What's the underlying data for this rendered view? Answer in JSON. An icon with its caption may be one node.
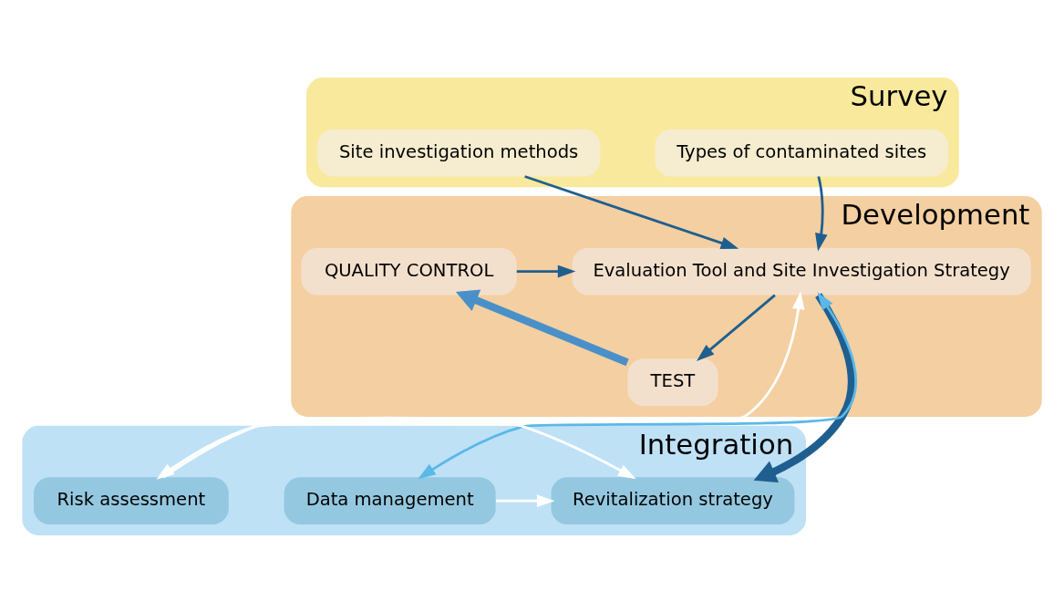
{
  "diagram": {
    "nodes": [
      {
        "text": [
          "Survey"
        ]
      },
      {
        "text": [
          "Types of contaminated sites"
        ],
        "in": 0
      },
      {
        "text": [
          "Site investigation methods"
        ],
        "in": 0
      },
      {
        "text": [
          "Development"
        ]
      },
      {
        "text": [
          "Evaluation Tool and Site Investigation Strategy"
        ],
        "in": 3
      },
      {
        "text": [
          "QUALITY CONTROL"
        ],
        "in": 3
      },
      {
        "text": [
          "TEST"
        ],
        "in": 3
      },
      {
        "text": [
          "Integration"
        ]
      },
      {
        "text": [
          "Data management"
        ],
        "in": 7
      },
      {
        "text": [
          "Revitalization strategy"
        ],
        "in": 7
      },
      {
        "text": [
          "Risk assessment"
        ],
        "in": 7
      }
    ],
    "edges": [
      {
        "from": 1,
        "to": 4,
        "arrow": "to"
      },
      {
        "from": 2,
        "to": 4,
        "arrow": "to"
      },
      {
        "from": 5,
        "to": 4,
        "arrow": "to"
      },
      {
        "from": 4,
        "to": 6,
        "arrow": "to"
      },
      {
        "from": 6,
        "to": 5,
        "arrow": "to",
        "style": "thick",
        "color": "#4a90c8"
      },
      {
        "from": 8,
        "to": 4,
        "arrow": "both",
        "color": "#5bb8e8"
      },
      {
        "from": 4,
        "to": 9,
        "arrow": "to",
        "style": "thick"
      },
      {
        "from": 4,
        "to": 10,
        "arrow": "both",
        "color": "#ffffff"
      },
      {
        "from": 10,
        "to": 9,
        "arrow": "to",
        "color": "#ffffff"
      },
      {
        "from": 8,
        "to": 9,
        "arrow": "to",
        "color": "#ffffff"
      }
    ]
  }
}
